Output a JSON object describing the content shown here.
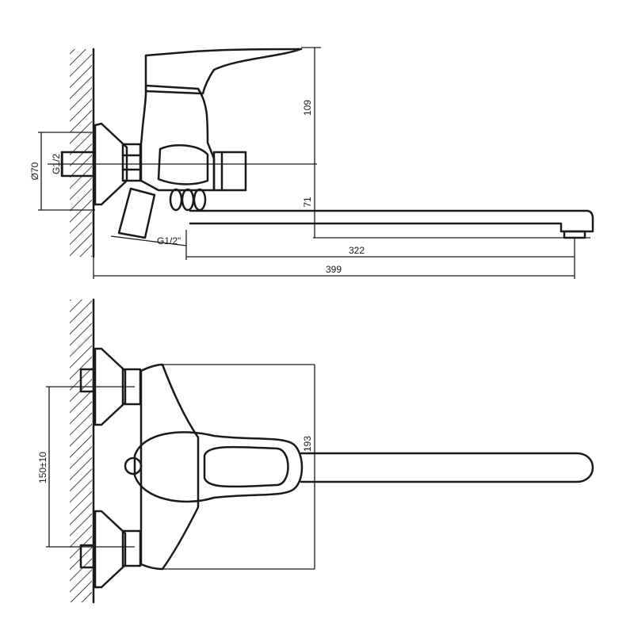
{
  "side_view": {
    "dim_height_upper": "109",
    "dim_height_lower": "71",
    "dim_spout_reach": "322",
    "dim_total_length": "399",
    "dim_flange_diameter": "Ø70",
    "dim_inlet_thread": "G1/2",
    "dim_outlet_thread": "G1/2\""
  },
  "top_view": {
    "dim_depth": "193",
    "dim_center_distance": "150±10"
  }
}
